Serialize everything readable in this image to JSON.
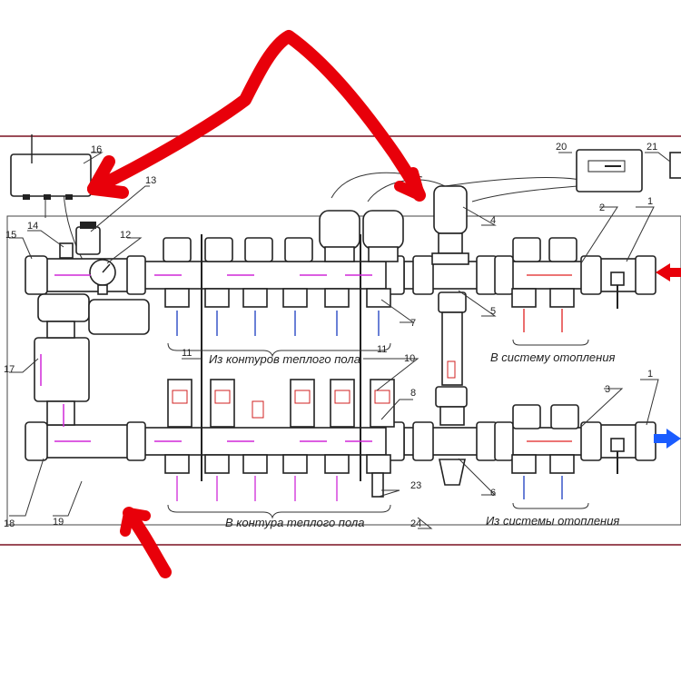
{
  "diagram": {
    "labels": {
      "n1a": "1",
      "n1b": "1",
      "n2": "2",
      "n3": "3",
      "n4": "4",
      "n5": "5",
      "n6": "6",
      "n7": "7",
      "n8": "8",
      "n10": "10",
      "n11a": "11",
      "n11b": "11",
      "n12": "12",
      "n13": "13",
      "n14": "14",
      "n15": "15",
      "n16": "16",
      "n17": "17",
      "n18": "18",
      "n19": "19",
      "n20": "20",
      "n21": "21",
      "n23": "23",
      "n24": "24"
    },
    "captions": {
      "from_floor": "Из контуров теплого пола",
      "to_heating": "В систему отопления",
      "to_floor": "В контура теплого пола",
      "from_heating": "Из системы отопления"
    },
    "colors": {
      "annotation_red": "#e8000a",
      "arrow_blue": "#1a5cff",
      "flow_magenta": "#d028d8",
      "flow_red": "#e02020",
      "frame": "#7a1020"
    },
    "icons": [
      "freehand-red-arrow-icon",
      "inlet-red-arrow-icon",
      "outlet-blue-arrow-icon"
    ]
  }
}
